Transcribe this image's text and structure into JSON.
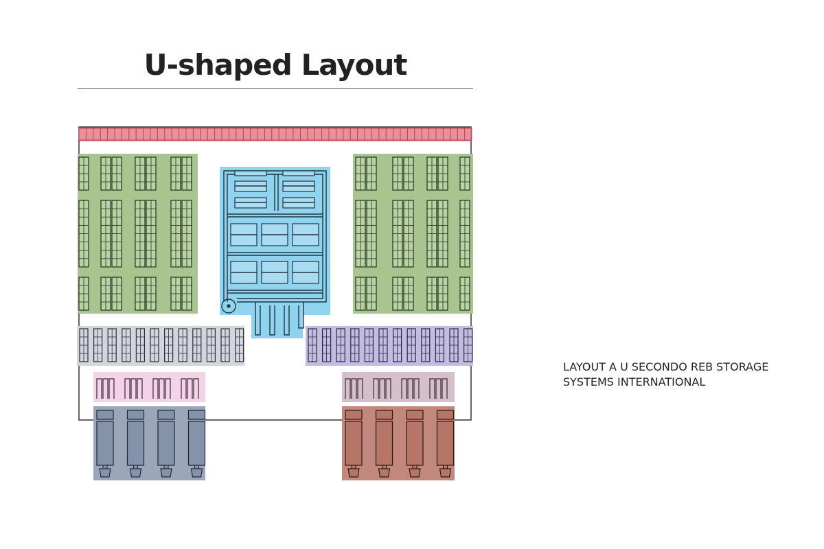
{
  "title": "U-shaped Layout",
  "caption": {
    "line1": "LAYOUT A U SECONDO REB STORAGE",
    "line2": "SYSTEMS INTERNATIONAL"
  },
  "zones": {
    "dock_doors": {
      "color": "#e9919a",
      "icon": "dock-doors-strip"
    },
    "left_racking": {
      "color": "#a8c58f",
      "icon": "pallet-racking"
    },
    "right_racking": {
      "color": "#a8c58f",
      "icon": "pallet-racking"
    },
    "automated_storage": {
      "color": "#8fd3ef",
      "icon": "automated-storage-conveyor"
    },
    "left_shelving": {
      "color": "#d2d5da",
      "icon": "shelving-units"
    },
    "right_shelving": {
      "color": "#c2bce0",
      "icon": "shelving-units"
    },
    "left_picking": {
      "color": "#f4d3e6",
      "icon": "picking-stations"
    },
    "right_picking": {
      "color": "#d4bfcb",
      "icon": "picking-stations"
    },
    "left_dock_trucks": {
      "color": "#9aa7bb",
      "icon": "trucks"
    },
    "right_dock_trucks": {
      "color": "#c2887d",
      "icon": "trucks"
    }
  }
}
